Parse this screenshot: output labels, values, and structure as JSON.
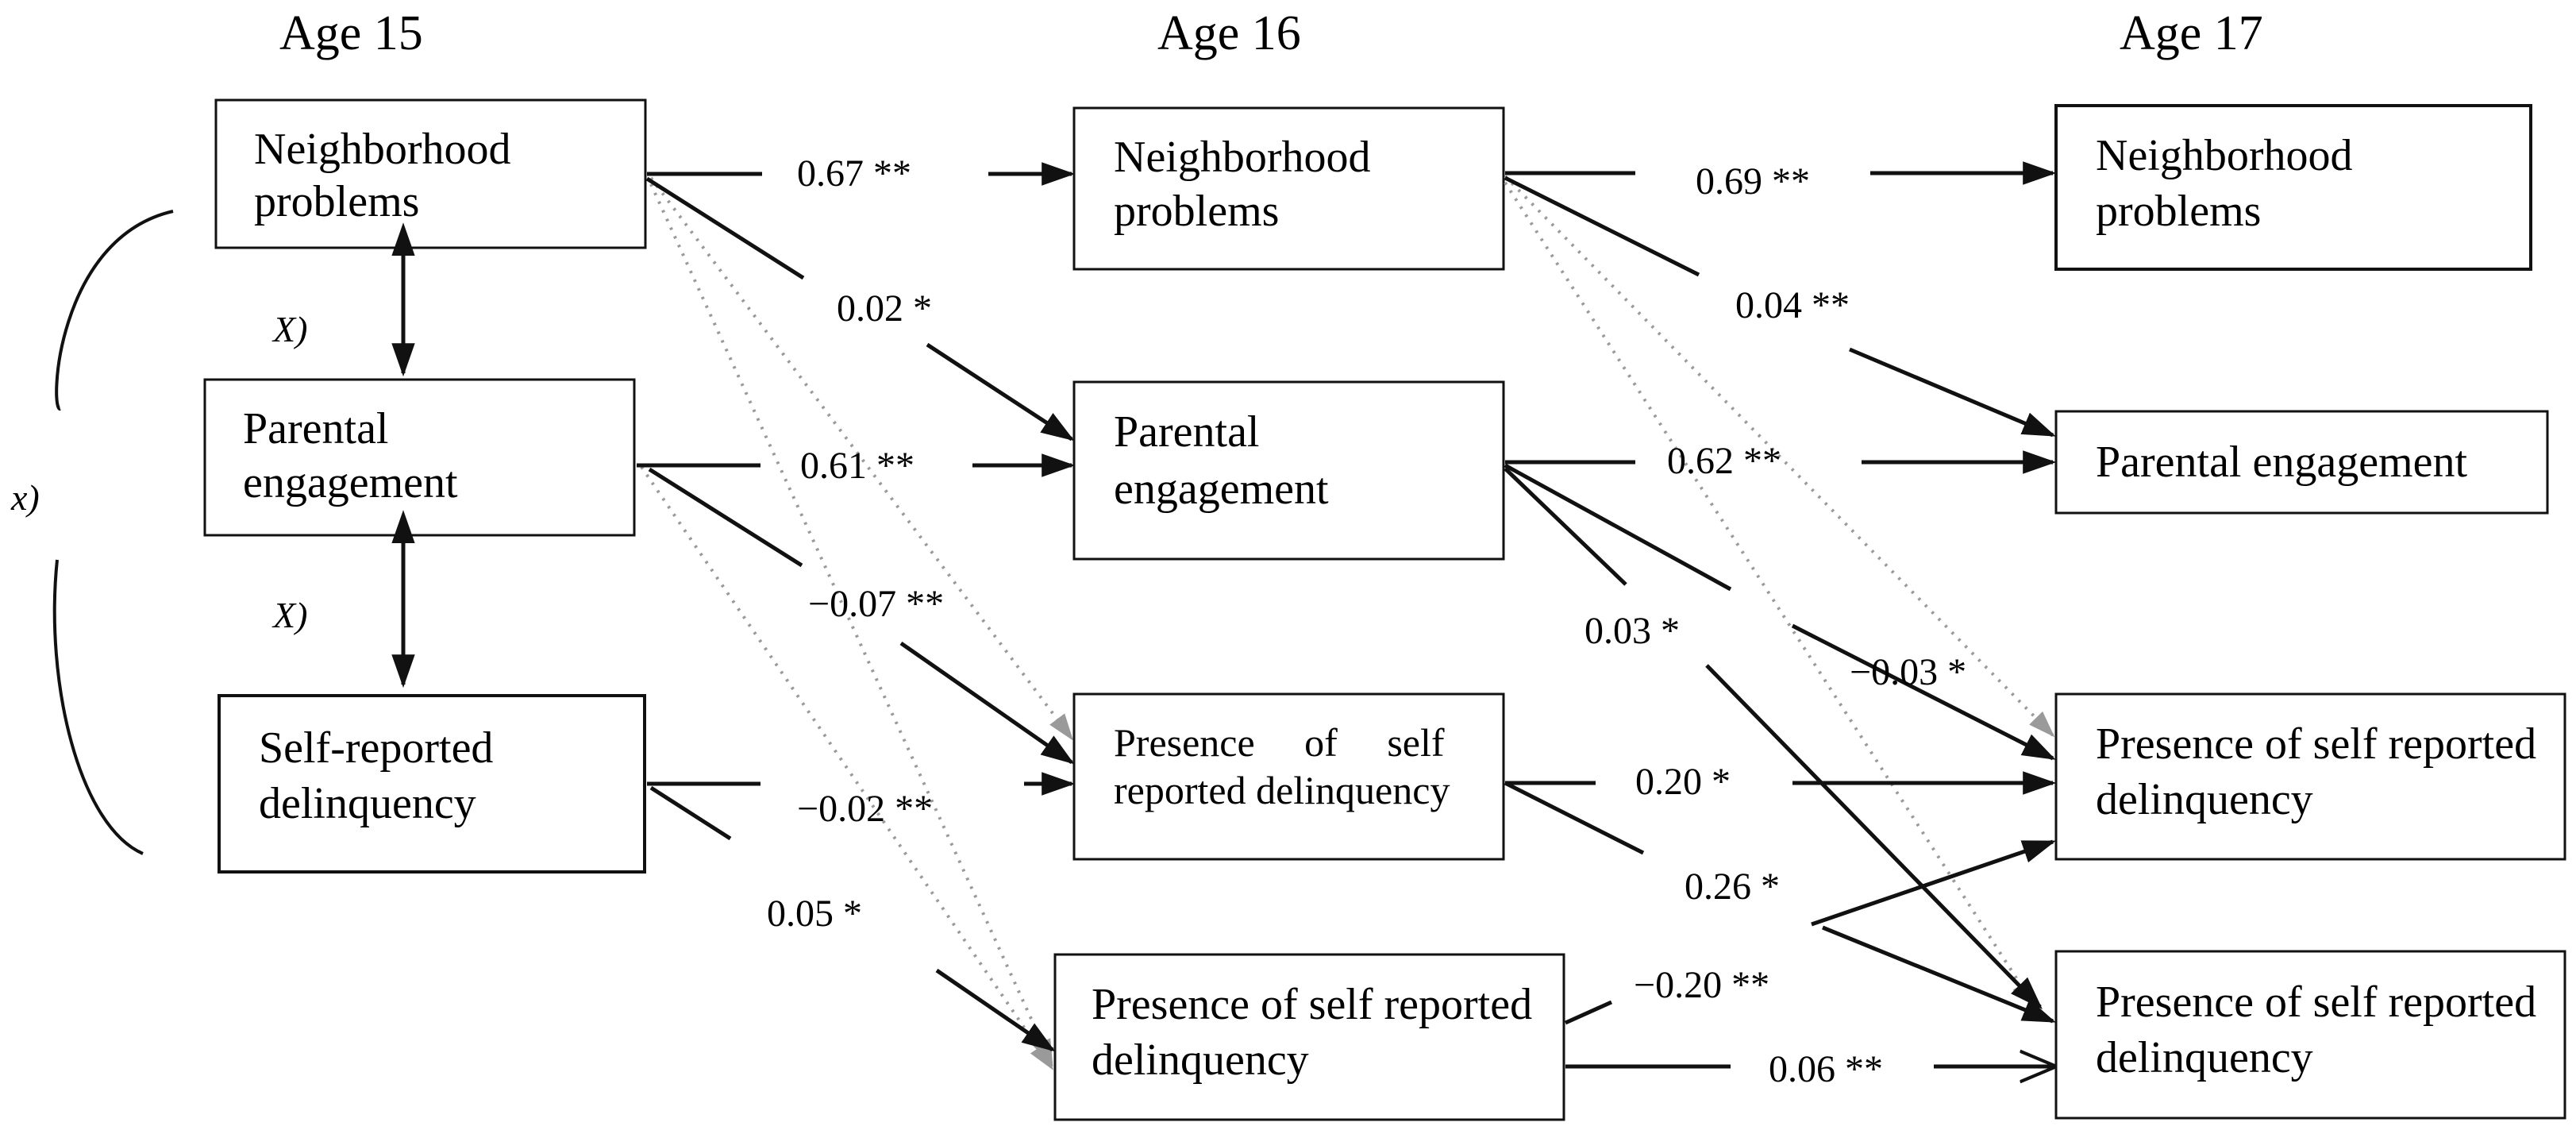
{
  "headers": {
    "age15": "Age 15",
    "age16": "Age 16",
    "age17": "Age 17"
  },
  "boxes": {
    "np15": [
      "Neighborhood",
      "problems"
    ],
    "pe15": [
      "Parental",
      "engagement"
    ],
    "sd15": [
      "Self-reported",
      "delinquency"
    ],
    "np16": [
      "Neighborhood",
      "problems"
    ],
    "pe16": [
      "Parental",
      "engagement"
    ],
    "psd16a": [
      "Presence     of     self",
      "reported delinquency"
    ],
    "psd16b": [
      "Presence of self reported",
      "delinquency"
    ],
    "np17": [
      "Neighborhood",
      "problems"
    ],
    "pe17": [
      "Parental engagement"
    ],
    "psd17a": [
      "Presence of self reported",
      "delinquency"
    ],
    "psd17b": [
      "Presence of self reported",
      "delinquency"
    ]
  },
  "correlations": {
    "np_pe": "X)",
    "pe_sd": "X)",
    "np_sd": "x)"
  },
  "coefficients": {
    "np15_np16": "0.67 **",
    "np15_pe16": "0.02 *",
    "pe15_pe16": "0.61 **",
    "pe15_psd16a": "−0.07 **",
    "sd15_psd16a": "−0.02 **",
    "sd15_psd16b": "0.05 *",
    "np16_np17": "0.69 **",
    "np16_pe17": "0.04 **",
    "pe16_pe17": "0.62 **",
    "pe16_psd17b": "0.03 *",
    "pe16_psd17a": "−0.03 *",
    "psd16a_psd17a": "0.20 *",
    "psd16a_psd17b": "0.26 *",
    "psd16b_psd17a": "−0.20 **",
    "psd16b_psd17b": "0.06 **"
  }
}
